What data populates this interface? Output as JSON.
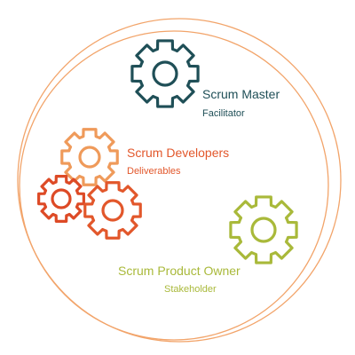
{
  "colors": {
    "master": "#1f4f57",
    "developer_light": "#ef9a5a",
    "developer_dark": "#dd4a26",
    "developer_mid": "#e2572b",
    "owner": "#a9b93a",
    "circle": "#f2a46a"
  },
  "roles": {
    "master": {
      "title": "Scrum Master",
      "subtitle": "Facilitator",
      "icon": "gear-icon"
    },
    "developers": {
      "title": "Scrum Developers",
      "subtitle": "Deliverables",
      "icon": "gear-icon"
    },
    "owner": {
      "title": "Scrum Product Owner",
      "subtitle": "Stakeholder",
      "icon": "gear-icon"
    }
  }
}
